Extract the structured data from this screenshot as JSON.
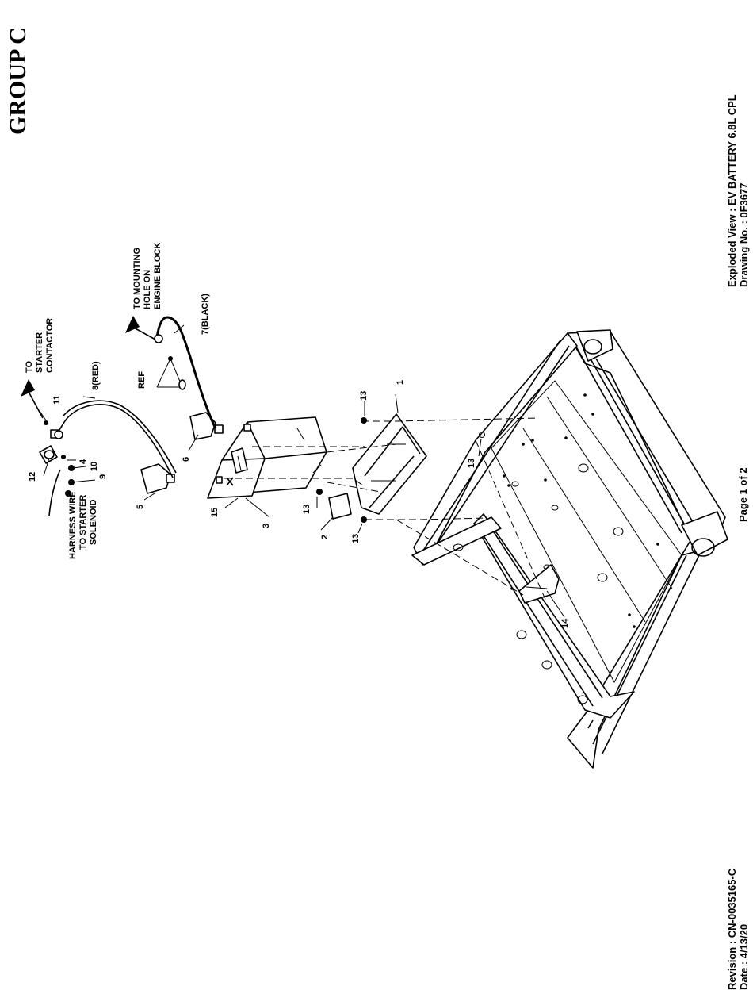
{
  "header": {
    "group_label": "GROUP C"
  },
  "title_block": {
    "view_line": "Exploded View : EV BATTERY 6.8L CPL",
    "drawing_line": "Drawing No. : 0F3677"
  },
  "revision_block": {
    "revision_line": "Revision : CN-0035165-C",
    "date_line": "Date : 4/13/20"
  },
  "footer": {
    "page_label": "Page 1 of 2"
  },
  "callouts": {
    "to_starter_contactor": [
      "TO",
      "STARTER",
      "CONTACTOR"
    ],
    "to_mounting_hole": [
      "TO MOUNTING",
      "HOLE ON",
      "ENGINE BLOCK"
    ],
    "harness_wire": [
      "HARNESS WIRE",
      "TO STARTER",
      "SOLENOID"
    ],
    "ref": "REF"
  },
  "parts": {
    "p1": "1",
    "p2": "2",
    "p3": "3",
    "p4": "4",
    "p5": "5",
    "p6": "6",
    "p7": "7(BLACK)",
    "p8": "8(RED)",
    "p9": "9",
    "p10": "10",
    "p11": "11",
    "p12": "12",
    "p13": "13",
    "p14": "14",
    "p15": "15"
  }
}
